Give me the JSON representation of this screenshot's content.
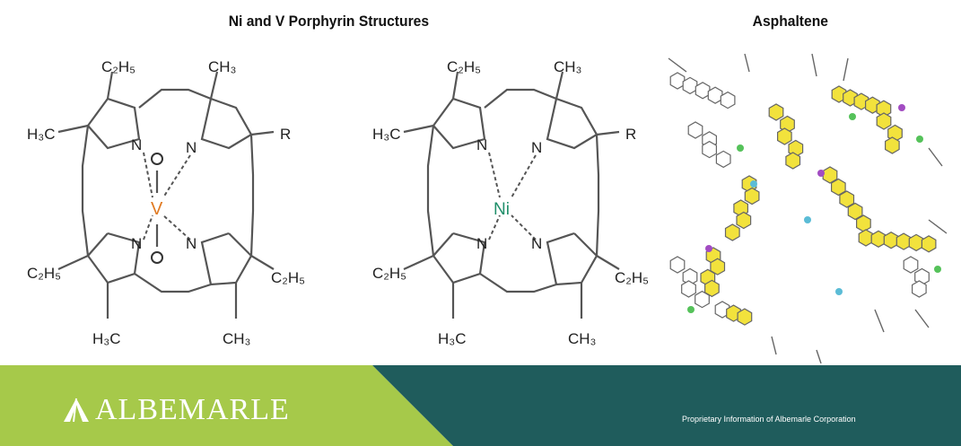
{
  "titles": {
    "porphyrin": "Ni and V Porphyrin Structures",
    "asphaltene": "Asphaltene"
  },
  "vanadium_porphyrin": {
    "metal": "V",
    "oxygen_top": "O",
    "oxygen_bottom": "O",
    "nitrogen": "N",
    "sub_top_left": "C₂H₅",
    "sub_top_right": "CH₃",
    "sub_left": "H₃C",
    "sub_right": "R",
    "sub_bottom_left": "C₂H₅",
    "sub_bottom_right": "C₂H₅",
    "sub_lower_left": "H₃C",
    "sub_lower_right": "CH₃"
  },
  "nickel_porphyrin": {
    "metal": "Ni",
    "nitrogen": "N",
    "sub_top_left": "C₂H₅",
    "sub_top_right": "CH₃",
    "sub_left": "H₃C",
    "sub_right": "R",
    "sub_bottom_left": "C₂H₅",
    "sub_bottom_right": "C₂H₅",
    "sub_lower_left": "H₃C",
    "sub_lower_right": "CH₃"
  },
  "footer": {
    "brand": "ALBEMARLE",
    "legal": "Proprietary Information of Albemarle Corporation"
  },
  "colors": {
    "vanadium": "#e07a22",
    "nickel": "#1f8f6a",
    "footer_green": "#a6c94a",
    "footer_teal": "#1f5c5c",
    "aromatic_yellow": "#f2e23c"
  }
}
